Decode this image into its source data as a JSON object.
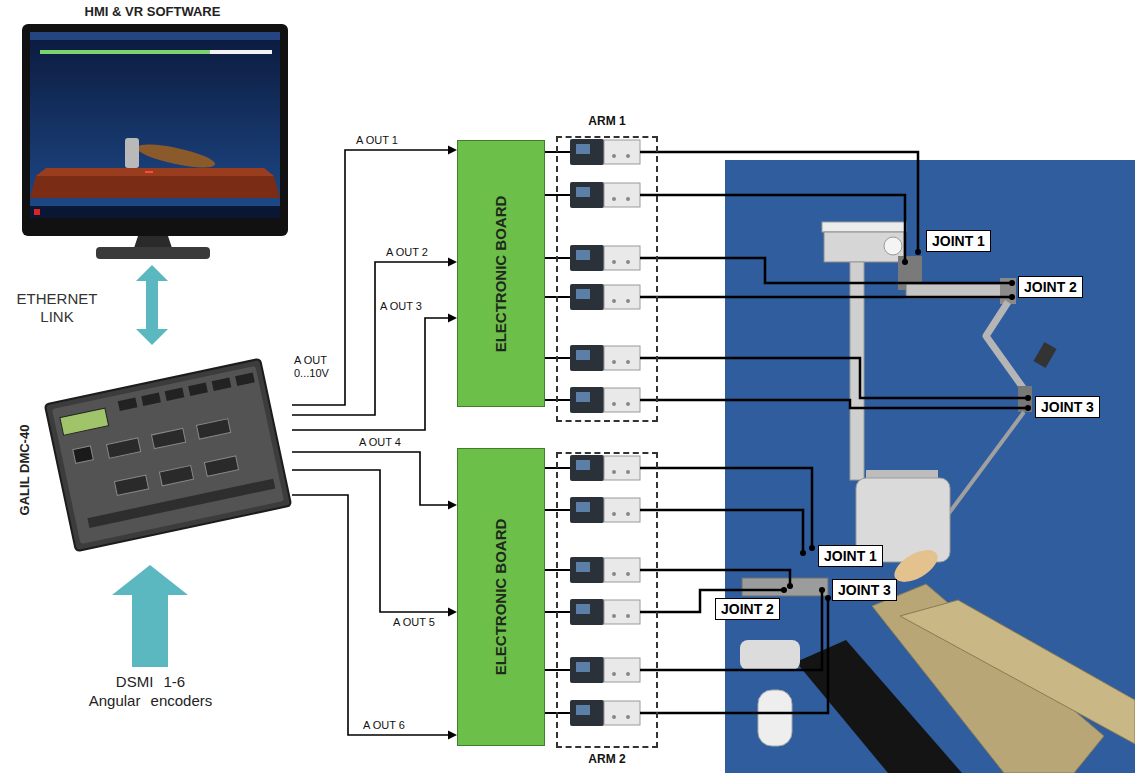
{
  "diagram": {
    "nodes": [
      {
        "text": [
          "HMI & VR SOFTWARE"
        ]
      },
      {
        "text": [
          "GALIL DMC-40"
        ]
      },
      {
        "text": [
          "DSMI 1-6 Angular encoders"
        ]
      },
      {
        "text": [
          "ARM 1"
        ]
      },
      {
        "text": [
          "ELECTRONIC BOARD"
        ]
      },
      {
        "text": [
          "ELECTRONIC BOARD"
        ]
      },
      {
        "text": [
          "ARM 2"
        ]
      },
      {
        "text": [
          "JOINT 1"
        ]
      },
      {
        "text": [
          "JOINT 2"
        ]
      },
      {
        "text": [
          "JOINT 3"
        ]
      },
      {
        "text": [
          "JOINT 1"
        ]
      },
      {
        "text": [
          "JOINT 3"
        ]
      },
      {
        "text": [
          "JOINT 2"
        ]
      }
    ],
    "edges": [
      {
        "from": 0,
        "to": 1,
        "arrow": "both",
        "label": "ETHERNET LINK"
      },
      {
        "from": 2,
        "to": 1,
        "arrow": "to"
      },
      {
        "from": 1,
        "to": 4,
        "arrow": "to",
        "label": "A OUT 1"
      },
      {
        "from": 1,
        "to": 4,
        "arrow": "to",
        "label": "A OUT 2"
      },
      {
        "from": 1,
        "to": 4,
        "arrow": "to",
        "label": "A OUT 3"
      },
      {
        "from": 1,
        "to": 5,
        "arrow": "to",
        "label": "A OUT 4"
      },
      {
        "from": 1,
        "to": 5,
        "arrow": "to",
        "label": "A OUT 5"
      },
      {
        "from": 1,
        "to": 5,
        "arrow": "to",
        "label": "A OUT 6"
      }
    ],
    "labels": [
      "A OUT 0...10V"
    ]
  }
}
